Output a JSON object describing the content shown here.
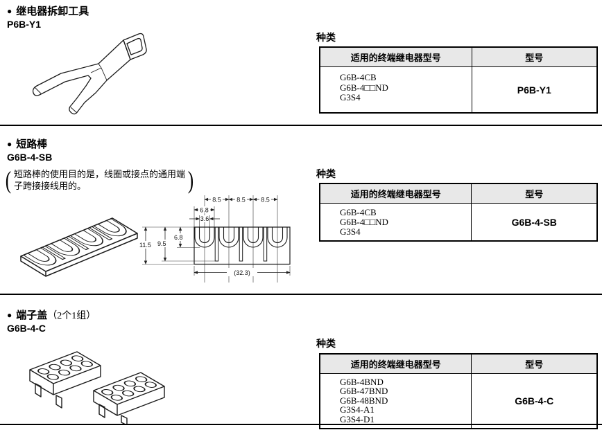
{
  "sections": [
    {
      "bullet": "●",
      "title": "继电器拆卸工具",
      "model": "P6B-Y1",
      "kinds_label": "种类",
      "table": {
        "headers": [
          "适用的终端继电器型号",
          "型号"
        ],
        "applicable": [
          "G6B-4CB",
          "G6B-4□□ND",
          "G3S4"
        ],
        "model": "P6B-Y1"
      }
    },
    {
      "bullet": "●",
      "title": "短路棒",
      "model": "G6B-4-SB",
      "kinds_label": "种类",
      "note": {
        "open": "(",
        "line1": "短路棒的使用目的是，线圈或接点的通用端",
        "line2": "子跨接接线用的。",
        "close": ")"
      },
      "table": {
        "headers": [
          "适用的终端继电器型号",
          "型号"
        ],
        "applicable": [
          "G6B-4CB",
          "G6B-4□□ND",
          "G3S4"
        ],
        "model": "G6B-4-SB"
      },
      "dims": {
        "p1": "8.5",
        "p2": "8.5",
        "p3": "8.5",
        "outer": "6.8",
        "inner": "3.6",
        "depth": "6.8",
        "slot_depth": "9.5",
        "height": "11.5",
        "total": "(32.3)"
      }
    },
    {
      "bullet": "●",
      "title": "端子盖",
      "suffix": "（2个1组）",
      "model": "G6B-4-C",
      "kinds_label": "种类",
      "table": {
        "headers": [
          "适用的终端继电器型号",
          "型号"
        ],
        "applicable": [
          "G6B-4BND",
          "G6B-47BND",
          "G6B-48BND",
          "G3S4-A1",
          "G3S4-D1"
        ],
        "model": "G6B-4-C"
      }
    }
  ]
}
